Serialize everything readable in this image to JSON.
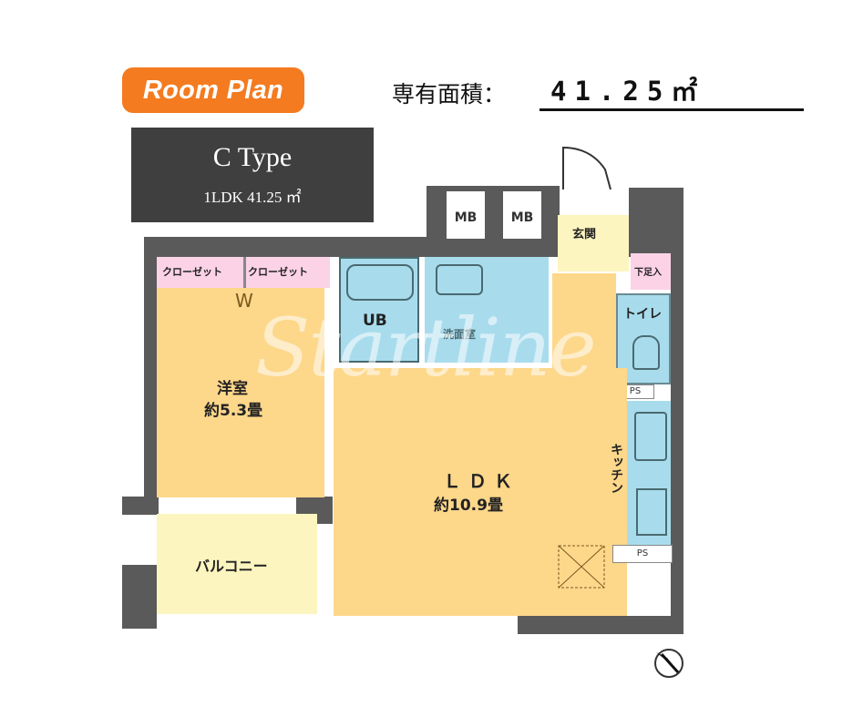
{
  "header": {
    "badge_label": "Room Plan",
    "area_label": "専有面積：",
    "area_value": "41.25㎡"
  },
  "type_box": {
    "title": "C Type",
    "subtitle": "1LDK 41.25 ㎡"
  },
  "floor_plan": {
    "rooms": {
      "western_room": {
        "name": "洋室",
        "size": "約5.3畳"
      },
      "ldk": {
        "name": "ＬＤＫ",
        "size": "約10.9畳"
      },
      "closet_1": {
        "name": "クローゼット"
      },
      "closet_2": {
        "name": "クローゼット"
      },
      "unit_bath": {
        "name": "UB"
      },
      "washroom": {
        "name": "洗面室"
      },
      "entrance": {
        "name": "玄関"
      },
      "shoe_box": {
        "name": "下足入"
      },
      "toilet": {
        "name": "トイレ"
      },
      "kitchen": {
        "name": "キッチン"
      },
      "balcony": {
        "name": "バルコニー"
      },
      "meter_box_1": {
        "name": "MB"
      },
      "meter_box_2": {
        "name": "MB"
      },
      "pipe_space_1": {
        "name": "PS"
      },
      "pipe_space_2": {
        "name": "PS"
      }
    },
    "closet_marker": "W",
    "watermark": "Startline",
    "compass": "north-arrow"
  },
  "colors": {
    "badge": "#f47b20",
    "type_box": "#3f3f3f",
    "wall": "#5a5a5a",
    "living": "#fdd78a",
    "wet_area": "#a8dced",
    "storage": "#fbd2e6",
    "entrance": "#fdf5c0"
  }
}
